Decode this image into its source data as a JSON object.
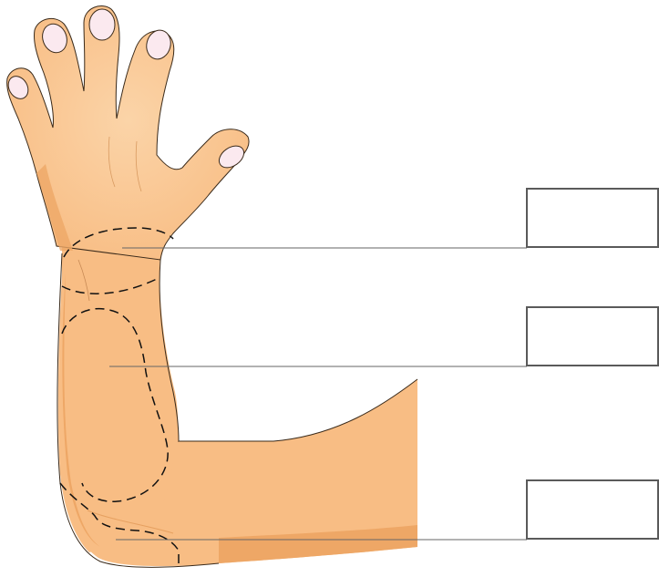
{
  "colors": {
    "skin": "#f8bd84",
    "skin_shadow": "#eea766",
    "hand_highlight": "#fbd4a8",
    "nail": "#fbe9ef",
    "outline": "#3a2a1a",
    "leader_line": "#666666",
    "box_border": "#5a5a5a"
  },
  "labels": [
    {
      "id": "label-1",
      "text": ""
    },
    {
      "id": "label-2",
      "text": ""
    },
    {
      "id": "label-3",
      "text": ""
    }
  ]
}
